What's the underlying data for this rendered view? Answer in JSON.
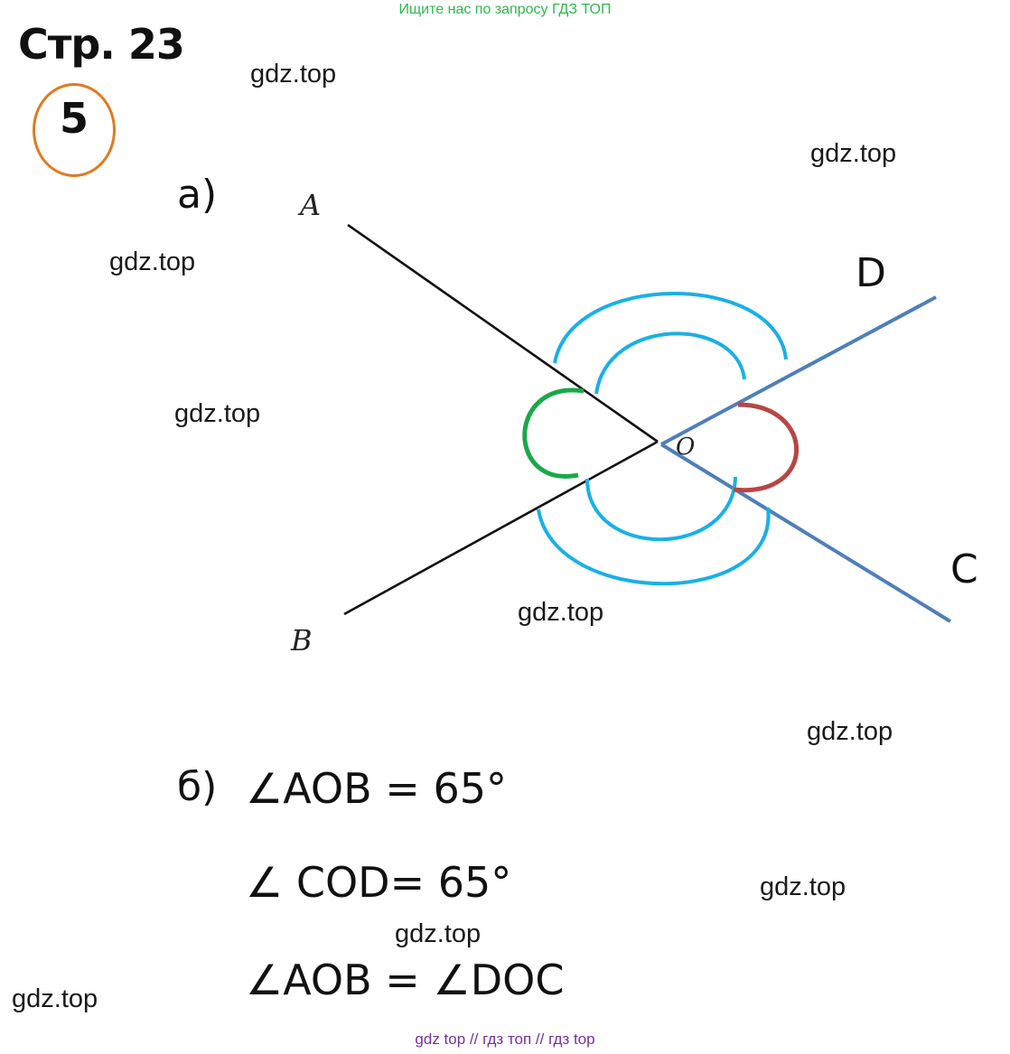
{
  "header": {
    "banner": "Ищите нас по запросу ГДЗ ТОП",
    "page_title": "Стр. 23",
    "task_number": "5"
  },
  "watermarks": [
    "gdz.top",
    "gdz.top",
    "gdz.top",
    "gdz.top",
    "gdz.top",
    "gdz.top",
    "gdz.top",
    "gdz.top",
    "gdz.top"
  ],
  "diagram": {
    "part_label": "а)",
    "points": {
      "A": "A",
      "B": "B",
      "O": "O",
      "C": "C",
      "D": "D"
    },
    "colors": {
      "given_rays": "#111111",
      "constructed_rays": "#4f7fb8",
      "arc_blue": "#1ab0e6",
      "arc_green": "#1aa84a",
      "arc_red": "#b84545"
    }
  },
  "answer": {
    "part_label": "б)",
    "lines": [
      "∠AOB = 65°",
      "∠ COD= 65°",
      "∠AOB = ∠DOC"
    ]
  },
  "footer": {
    "banner": "gdz top  //  гдз топ  //  гдз top"
  }
}
